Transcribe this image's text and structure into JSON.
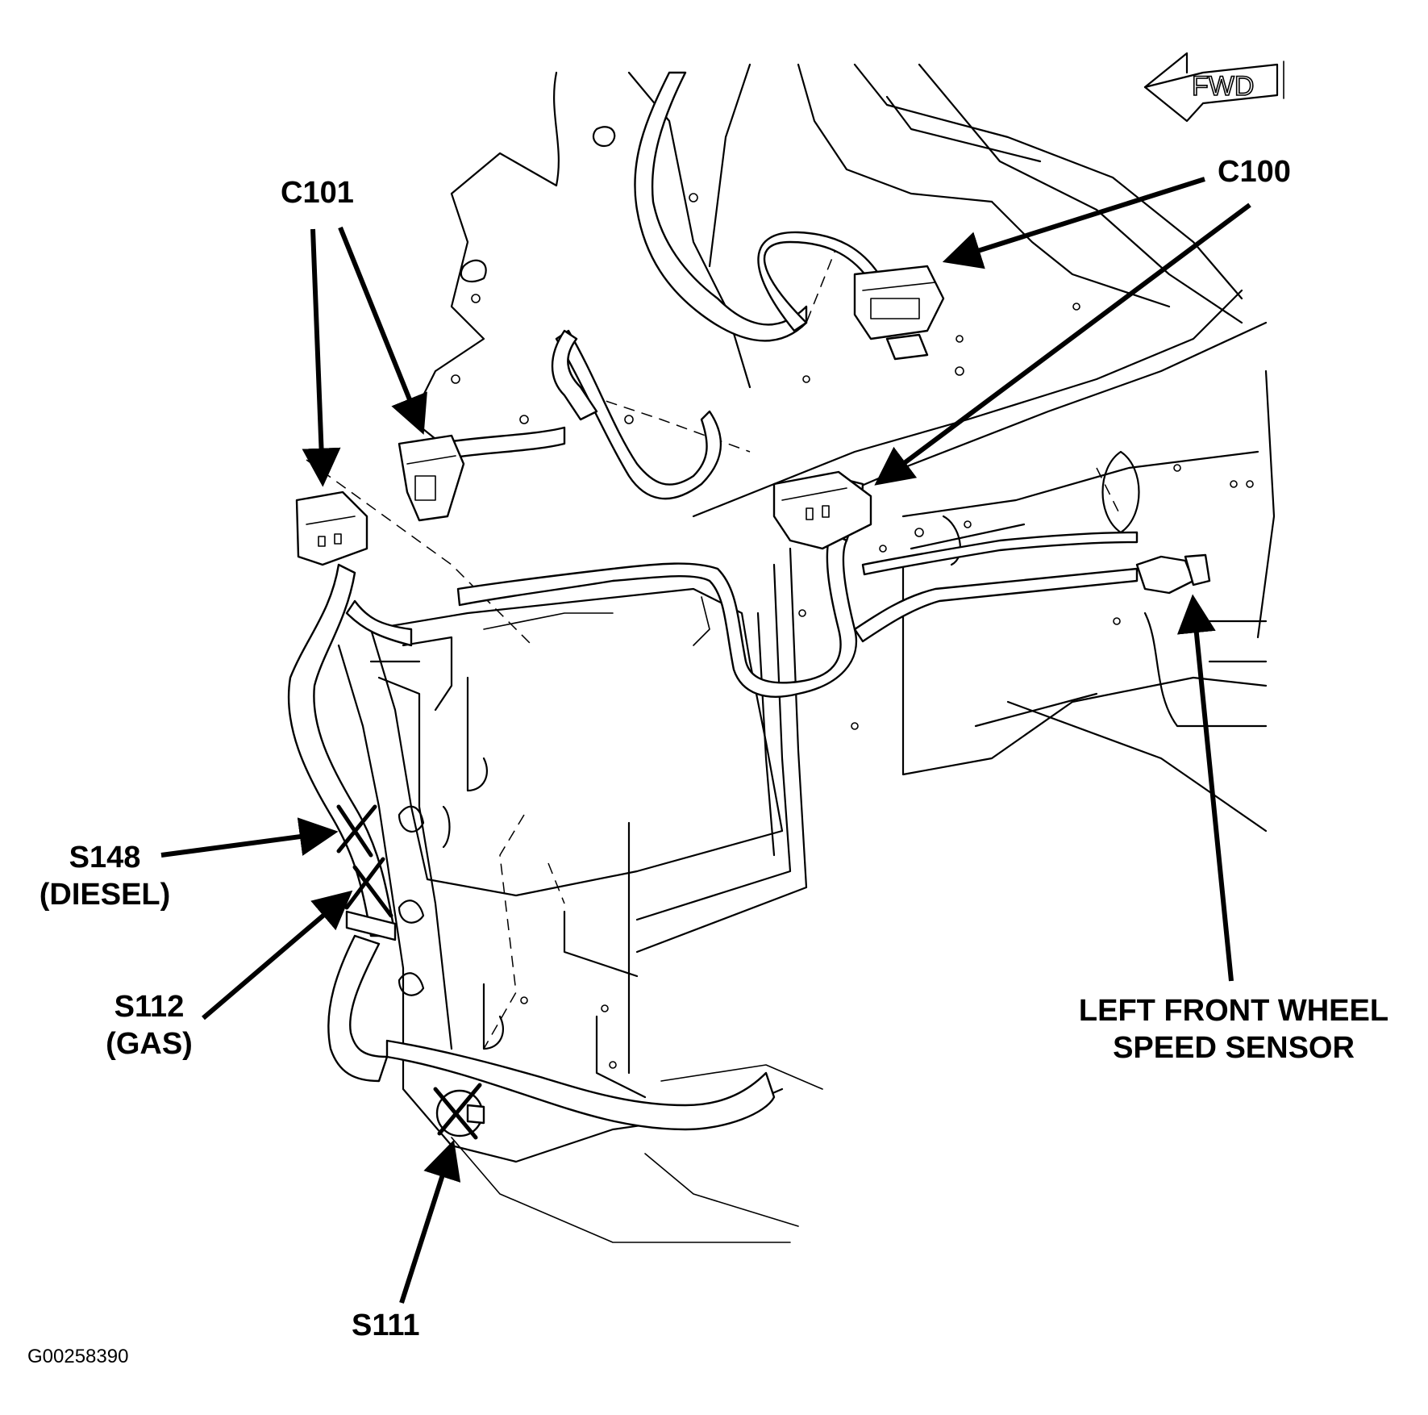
{
  "figure_id": "G00258390",
  "fwd_label": "FWD",
  "callouts": {
    "c101": "C101",
    "c100": "C100",
    "s148": [
      "S148",
      "(DIESEL)"
    ],
    "s112": [
      "S112",
      "(GAS)"
    ],
    "s111": "S111",
    "lf_sensor": [
      "LEFT FRONT WHEEL",
      "SPEED SENSOR"
    ]
  }
}
